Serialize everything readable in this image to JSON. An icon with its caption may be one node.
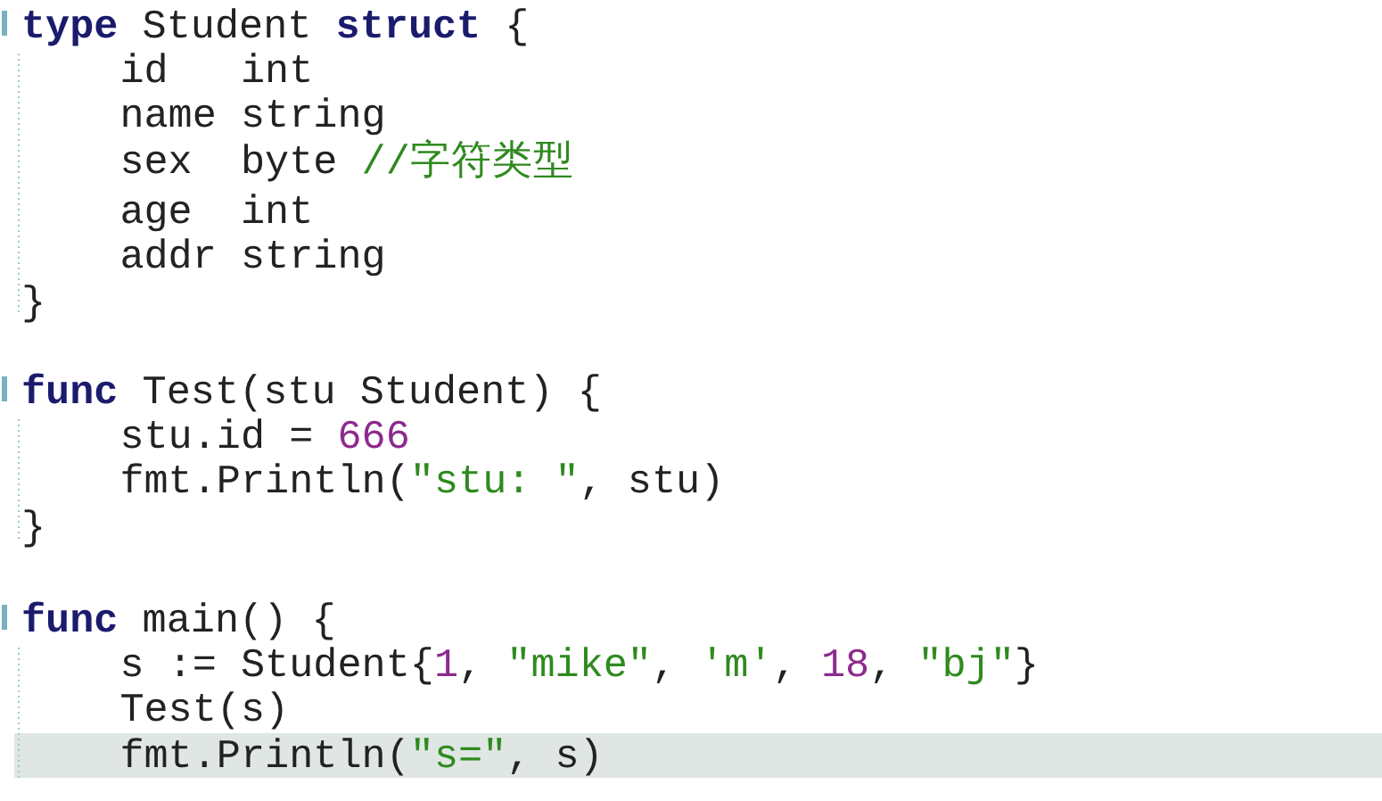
{
  "diagram": {
    "labels": [
      "**type** Student **struct** {",
      "id   int",
      "name string",
      "sex  byte //字符类型",
      "age  int",
      "addr string",
      "}",
      "**func** Test(stu Student) {",
      "stu.id = 666",
      "fmt.Println(\"stu: \", stu)",
      "}",
      "**func** main() {",
      "s := Student{1, \"mike\", 'm', 18, \"bj\"}",
      "Test(s)",
      "fmt.Println(\"s=\", s)"
    ]
  }
}
